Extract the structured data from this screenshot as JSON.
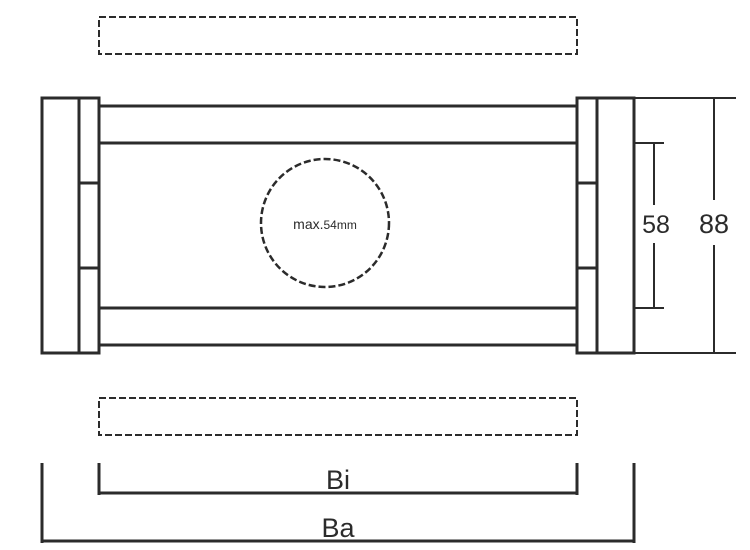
{
  "drawing": {
    "hole_label_prefix": "max.",
    "hole_label_value": "54mm",
    "dim_inner_height": "58",
    "dim_outer_height": "88",
    "dim_inner_width": "Bi",
    "dim_outer_width": "Ba",
    "line_color": "#2b2b2b",
    "background_color": "#ffffff"
  }
}
